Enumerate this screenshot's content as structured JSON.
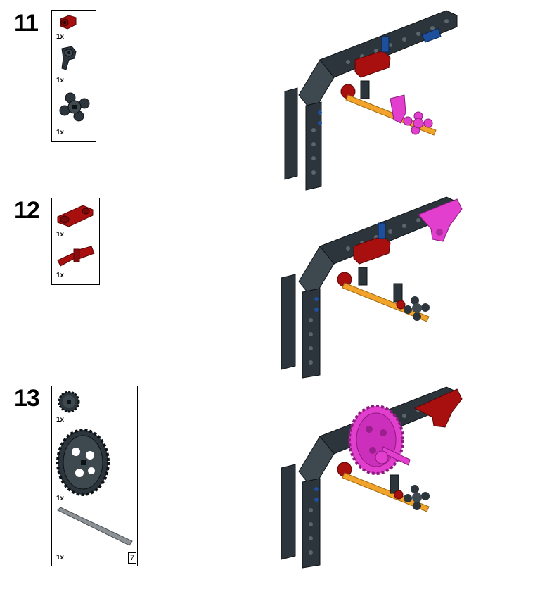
{
  "colors": {
    "beam": "#2b353b",
    "beam_light": "#3d484f",
    "red": "#a8100f",
    "magenta": "#e23fcf",
    "blue": "#1e4f9c",
    "tan": "#f2a32a",
    "gray": "#8c9196"
  },
  "steps": [
    {
      "number": "11",
      "parts": [
        {
          "name": "red-axle-connector",
          "qty": "1x",
          "icon": "red-connector-icon"
        },
        {
          "name": "black-angle-connector",
          "qty": "1x",
          "icon": "black-connector-icon"
        },
        {
          "name": "black-wedge-belt-wheel",
          "qty": "1x",
          "icon": "black-wheel-icon"
        }
      ]
    },
    {
      "number": "12",
      "parts": [
        {
          "name": "red-cross-block",
          "qty": "1x",
          "icon": "red-cross-block-icon"
        },
        {
          "name": "red-axle-pin",
          "qty": "1x",
          "icon": "red-axle-pin-icon"
        }
      ]
    },
    {
      "number": "13",
      "parts": [
        {
          "name": "gray-12-tooth-gear",
          "qty": "1x",
          "icon": "small-gear-icon"
        },
        {
          "name": "gray-36-tooth-gear",
          "qty": "1x",
          "icon": "large-gear-icon"
        },
        {
          "name": "gray-axle-7",
          "qty": "1x",
          "icon": "axle-icon",
          "length": "7"
        }
      ]
    }
  ]
}
